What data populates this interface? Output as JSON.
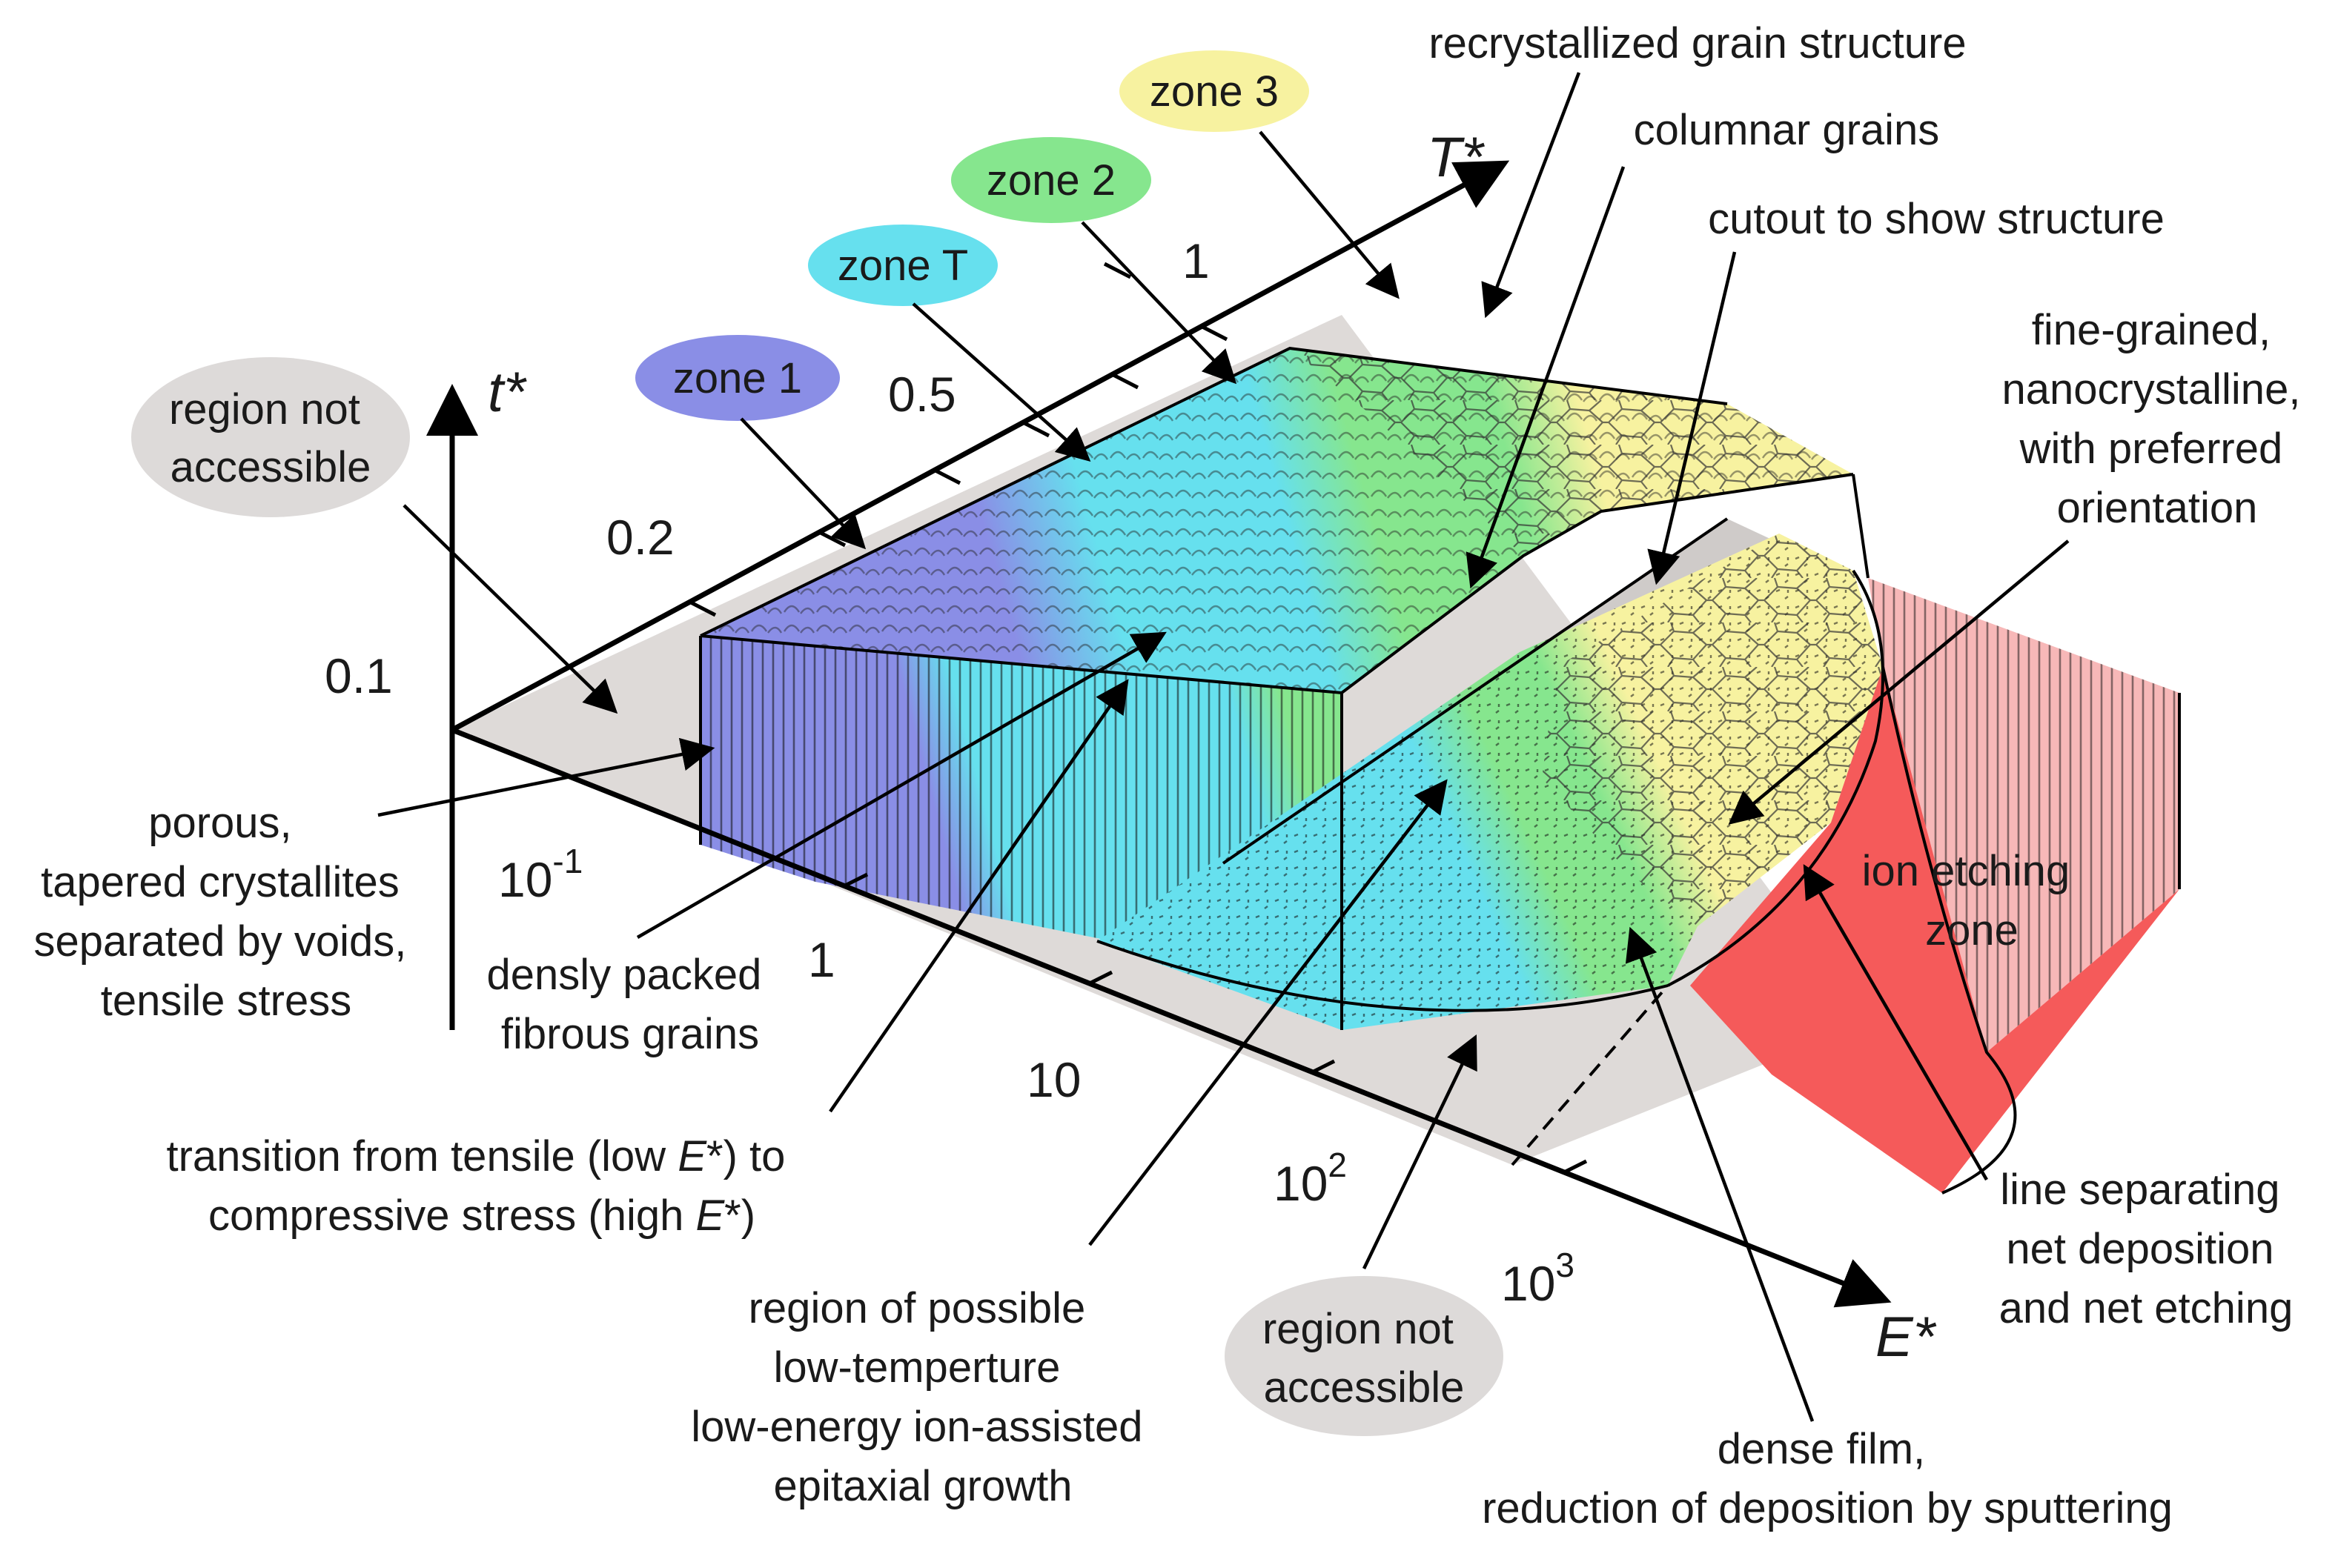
{
  "axes": {
    "t_label": "t*",
    "T_label": "T*",
    "E_label": "E*"
  },
  "ticks": {
    "t_1": "0.1",
    "t_2": "0.2",
    "t_3": "0.5",
    "t_4": "1",
    "e_base": [
      "10",
      "1",
      "10",
      "10",
      "10"
    ],
    "e_exp": [
      "-1",
      "",
      "",
      "2",
      "3"
    ]
  },
  "zones": {
    "zone1": "zone 1",
    "zoneT": "zone T",
    "zone2": "zone 2",
    "zone3": "zone 3"
  },
  "labels": {
    "region_not_accessible_top": [
      "region not",
      "accessible"
    ],
    "region_not_accessible_bottom": [
      "region not",
      "accessible"
    ],
    "porous": [
      "porous,",
      "tapered crystallites",
      "separated by voids,",
      "tensile stress"
    ],
    "densely_packed": [
      "densly packed",
      "fibrous grains"
    ],
    "transition": [
      "transition from tensile (low ",
      "E",
      "*) to",
      "compressive stress (high ",
      "E",
      "*)"
    ],
    "low_temp": [
      "region of possible",
      "low-temperture",
      "low-energy ion-assisted",
      "epitaxial growth"
    ],
    "dense_film": [
      "dense film,",
      "reduction of deposition by sputtering"
    ],
    "line_sep": [
      "line separating",
      "net deposition",
      "and net etching"
    ],
    "ion_etching": [
      "ion etching",
      "zone"
    ],
    "fine_grained": [
      "fine-grained,",
      "nanocrystalline,",
      "with preferred",
      "orientation"
    ],
    "cutout": "cutout to show structure",
    "columnar": "columnar grains",
    "recrystallized": "recrystallized grain structure"
  },
  "colors": {
    "zone1": "#8a8ee6",
    "zoneT": "#66e0ee",
    "zone2": "#86e68e",
    "zone3": "#f7f2a0",
    "ion_etching": "#f55a5a",
    "ion_etching_light": "#f7b8b8",
    "plane": "#dedad8",
    "bubble": "#dddad9"
  }
}
